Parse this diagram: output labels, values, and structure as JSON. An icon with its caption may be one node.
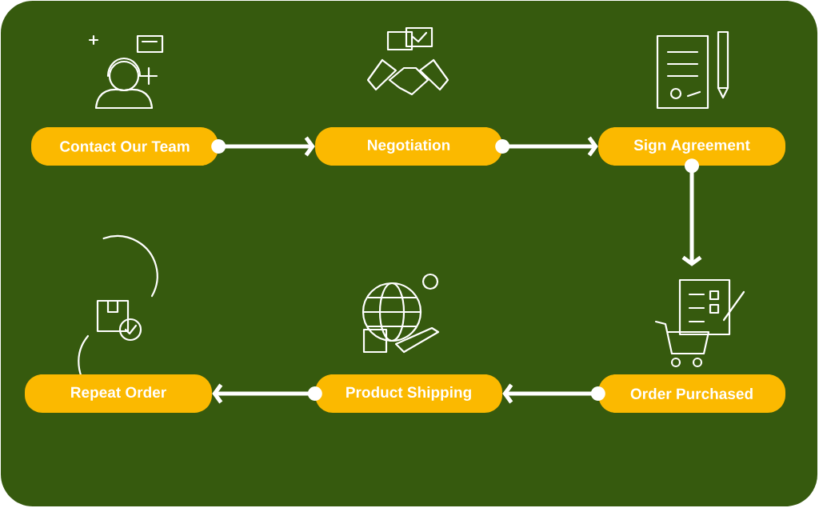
{
  "diagram": {
    "nodes": [
      {
        "text": [
          "Contact Our Team"
        ]
      },
      {
        "text": [
          "Negotiation"
        ]
      },
      {
        "text": [
          "Sign Agreement"
        ]
      },
      {
        "text": [
          "Order Purchased"
        ]
      },
      {
        "text": [
          "Product Shipping"
        ]
      },
      {
        "text": [
          "Repeat Order"
        ]
      }
    ],
    "edges": [
      {
        "from": 0,
        "to": 1,
        "arrow": "to"
      },
      {
        "from": 1,
        "to": 2,
        "arrow": "to"
      },
      {
        "from": 2,
        "to": 3,
        "arrow": "to"
      },
      {
        "from": 3,
        "to": 4,
        "arrow": "to"
      },
      {
        "from": 4,
        "to": 5,
        "arrow": "to"
      }
    ]
  }
}
